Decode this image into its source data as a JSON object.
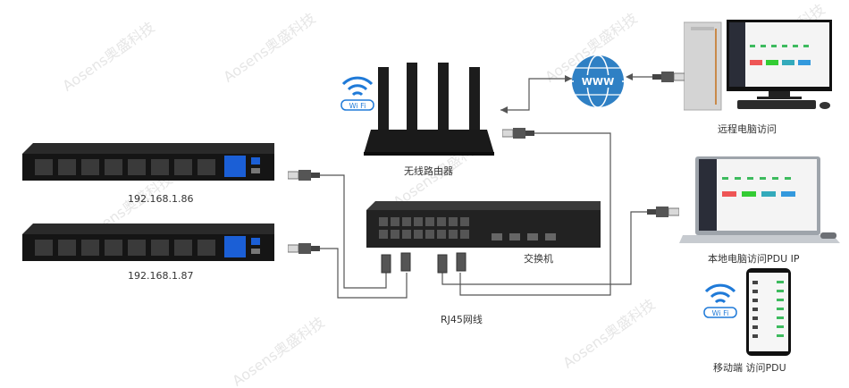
{
  "watermark": "Aosens奥盛科技",
  "labels": {
    "router": "无线路由器",
    "remote_pc": "远程电脑访问",
    "pdu1_ip": "192.168.1.86",
    "pdu2_ip": "192.168.1.87",
    "switch": "交换机",
    "laptop": "本地电脑访问PDU  IP",
    "cable": "RJ45网线",
    "mobile": "移动端 访问PDU",
    "internet_www": "WWW",
    "wifi_tag": "Wi Fi"
  },
  "colors": {
    "wifi_blue": "#1f7ad8",
    "globe_blue": "#2f80c4",
    "device_dark": "#1c1c1c",
    "cable_grey": "#555555"
  }
}
